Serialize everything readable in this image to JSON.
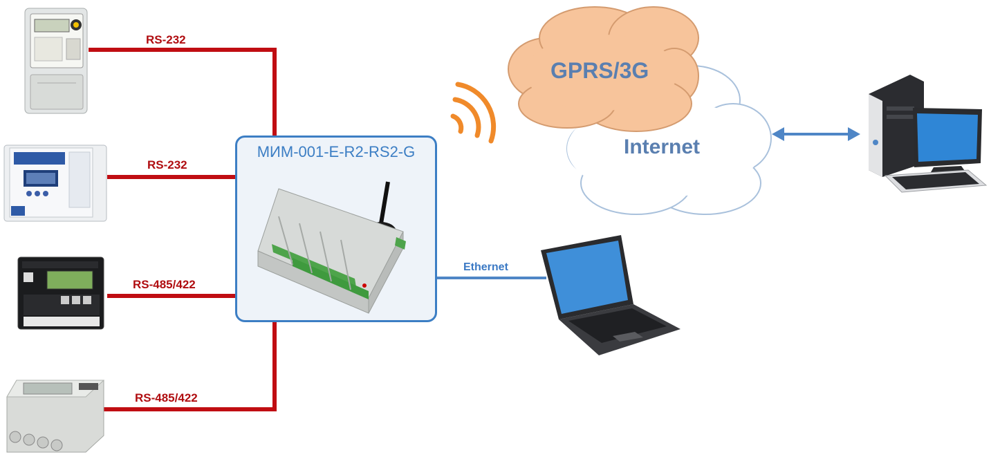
{
  "multiplexer": {
    "title": "МИМ-001-E-R2-RS2-G"
  },
  "connections": [
    {
      "id": "meter-1",
      "label": "RS-232"
    },
    {
      "id": "relay-2",
      "label": "RS-232"
    },
    {
      "id": "controller-3",
      "label": "RS-485/422"
    },
    {
      "id": "meter-4",
      "label": "RS-485/422"
    }
  ],
  "ethernet": {
    "label": "Ethernet"
  },
  "clouds": {
    "gprs": "GPRS/3G",
    "internet": "Internet"
  },
  "colors": {
    "serial_wire": "#c00d12",
    "ethernet_wire": "#4f86c6",
    "box_border": "#3c7ec4",
    "gprs_cloud": "#f7c49b",
    "internet_cloud": "#ffffff",
    "wireless_signal": "#f08a2a"
  }
}
